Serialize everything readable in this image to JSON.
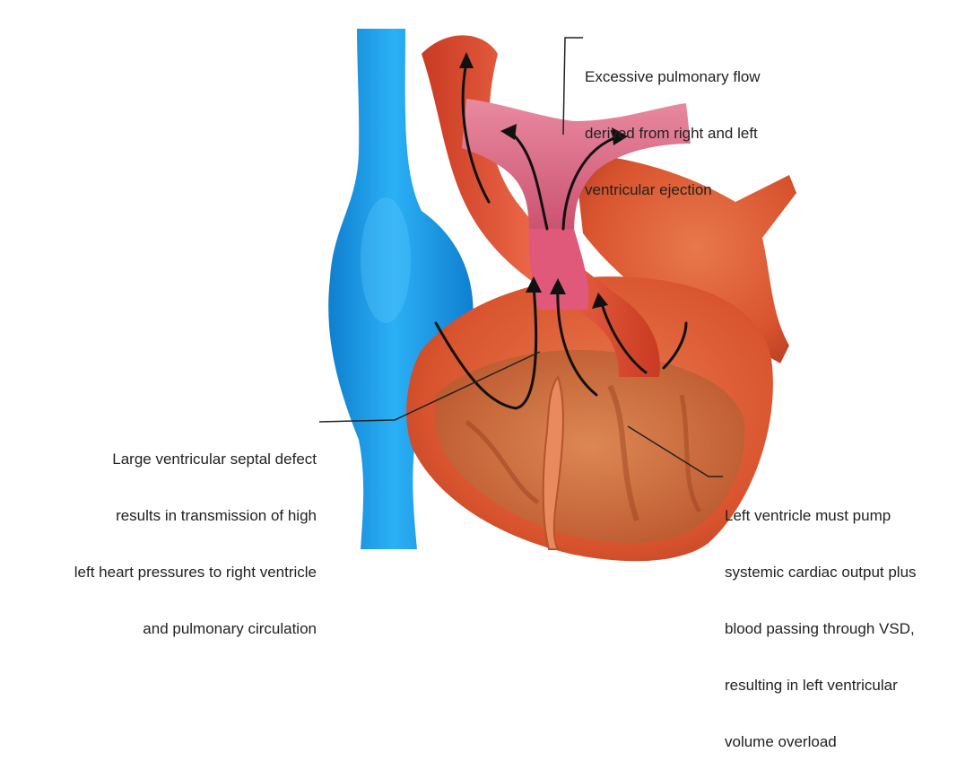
{
  "labels": {
    "pulmonary_flow": [
      "Excessive pulmonary flow",
      "derived from right and left",
      "ventricular ejection"
    ],
    "vsd": [
      "Large ventricular septal defect",
      "results in transmission of high",
      "left heart pressures to right ventricle",
      "and pulmonary circulation"
    ],
    "left_ventricle": [
      "Left ventricle must pump",
      "systemic cardiac output plus",
      "blood passing through VSD,",
      "resulting in left ventricular",
      "volume overload"
    ]
  },
  "colors": {
    "vena_cava": "#1a9be8",
    "heart_muscle": "#d9542e",
    "ventricle_wall": "#c8643a",
    "pulmonary_artery": "#d8607e",
    "arrow": "#111111"
  }
}
